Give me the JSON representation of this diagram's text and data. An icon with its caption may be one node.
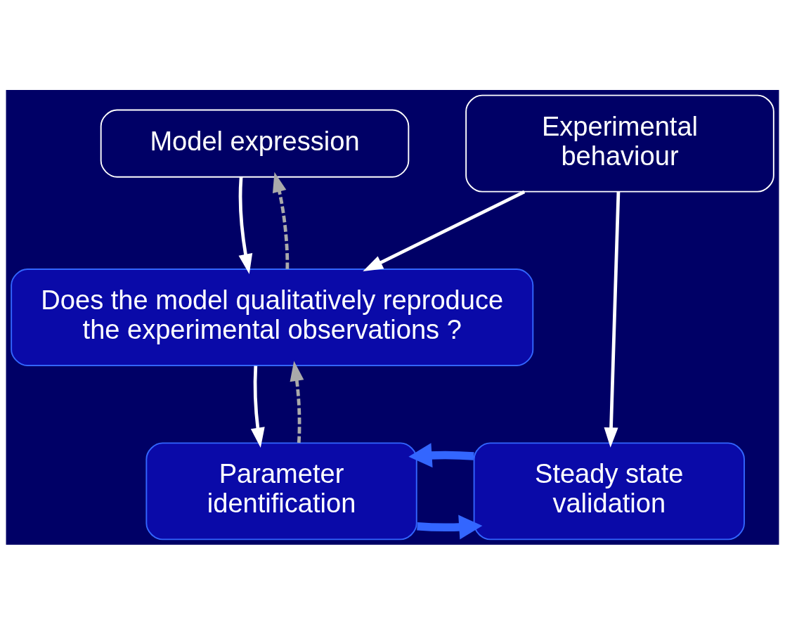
{
  "diagram": {
    "nodes": [
      {
        "text": [
          "Model expression"
        ]
      },
      {
        "text": [
          "Experimental behaviour"
        ]
      },
      {
        "text": [
          "Does the model qualitatively reproduce the experimental observations ?"
        ]
      },
      {
        "text": [
          "Parameter identification"
        ]
      },
      {
        "text": [
          "Steady state validation"
        ]
      }
    ],
    "edges": [
      {
        "from": 0,
        "to": 2,
        "arrow": "to"
      },
      {
        "from": 1,
        "to": 2,
        "arrow": "to"
      },
      {
        "from": 2,
        "to": 3,
        "arrow": "to"
      },
      {
        "from": 1,
        "to": 4,
        "arrow": "to"
      },
      {
        "from": 3,
        "to": 4,
        "arrow": "to",
        "style": "thick",
        "color": "#3366ff"
      },
      {
        "from": 4,
        "to": 3,
        "arrow": "to",
        "style": "thick",
        "color": "#3366ff"
      },
      {
        "from": 2,
        "to": 0,
        "arrow": "to",
        "style": "dashed",
        "color": "#aaaaaa"
      },
      {
        "from": 3,
        "to": 2,
        "arrow": "to",
        "style": "dashed",
        "color": "#aaaaaa"
      }
    ]
  }
}
